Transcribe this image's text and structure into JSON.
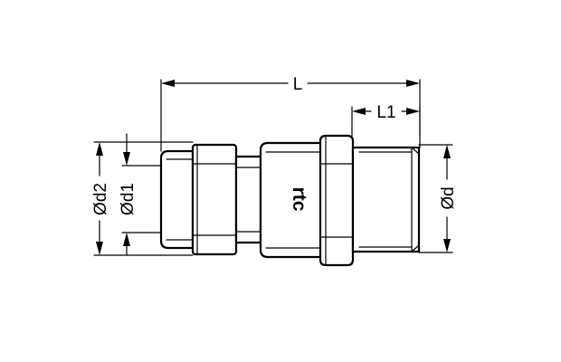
{
  "dimensions": {
    "length_total": "L",
    "length_thread": "L1",
    "diameter_outer": "Ød2",
    "diameter_inner": "Ød1",
    "diameter_thread": "Ød"
  },
  "logo_text": "rtc"
}
